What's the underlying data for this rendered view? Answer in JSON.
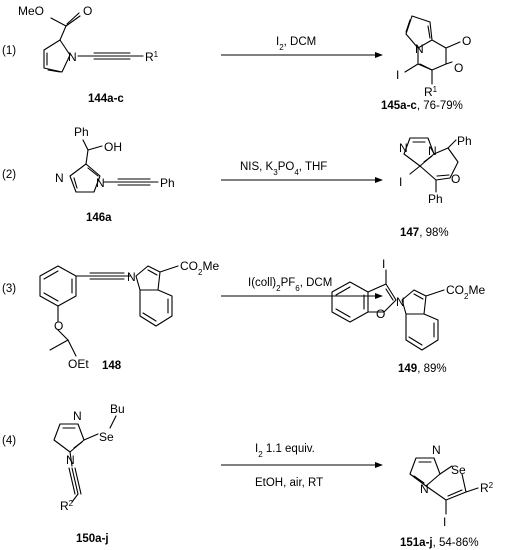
{
  "reactions": [
    {
      "number": "(1)",
      "conditions": [
        "I2, DCM"
      ],
      "start": {
        "id": "144a-c",
        "label": "144a-c",
        "atoms": {
          "ester": "MeO",
          "n": "N",
          "r": "R1"
        }
      },
      "product": {
        "id": "145a-c",
        "label": "145a-c",
        "yield": ", 76-79%",
        "atoms": {
          "n": "N",
          "o": "O",
          "i": "I",
          "r": "R1"
        }
      }
    },
    {
      "number": "(2)",
      "conditions": [
        "NIS, K3PO4, THF"
      ],
      "start": {
        "id": "146a",
        "label": "146a",
        "atoms": {
          "ph1": "Ph",
          "oh": "OH",
          "n1": "N",
          "n2": "N",
          "ph2": "Ph"
        }
      },
      "product": {
        "id": "147",
        "label": "147",
        "yield": ", 98%",
        "atoms": {
          "n1": "N",
          "n2": "N",
          "ph1": "Ph",
          "o": "O",
          "i": "I",
          "ph2": "Ph"
        }
      }
    },
    {
      "number": "(3)",
      "conditions": [
        "I(coll)2PF6, DCM"
      ],
      "start": {
        "id": "148",
        "label": "148",
        "atoms": {
          "n": "N",
          "co2me": "CO2Me",
          "o": "O",
          "oet": "OEt"
        }
      },
      "product": {
        "id": "149",
        "label": "149",
        "yield": ", 89%",
        "atoms": {
          "i": "I",
          "o": "O",
          "n": "N",
          "co2me": "CO2Me"
        }
      }
    },
    {
      "number": "(4)",
      "conditions": [
        "I2 1.1 equiv.",
        "EtOH, air, RT"
      ],
      "start": {
        "id": "150a-j",
        "label": "150a-j",
        "atoms": {
          "n1": "N",
          "n2": "N",
          "se": "Se",
          "bu": "Bu",
          "r": "R2"
        }
      },
      "product": {
        "id": "151a-j",
        "label": "151a-j",
        "yield": ", 54-86%",
        "atoms": {
          "n1": "N",
          "n2": "N",
          "se": "Se",
          "i": "I",
          "r": "R2"
        }
      }
    }
  ]
}
